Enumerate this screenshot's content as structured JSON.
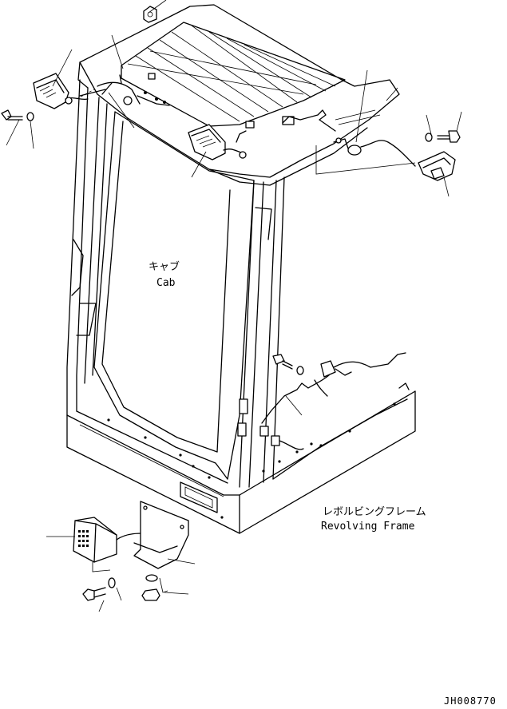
{
  "labels": {
    "cab_jp": "キャブ",
    "cab_en": "Cab",
    "frame_jp": "レボルビングフレーム",
    "frame_en": "Revolving Frame"
  },
  "drawing_code": "JH008770",
  "icons": [
    "work-lamp-icon",
    "bolt-icon",
    "washer-icon",
    "nut-icon",
    "bracket-icon",
    "harness-icon"
  ]
}
